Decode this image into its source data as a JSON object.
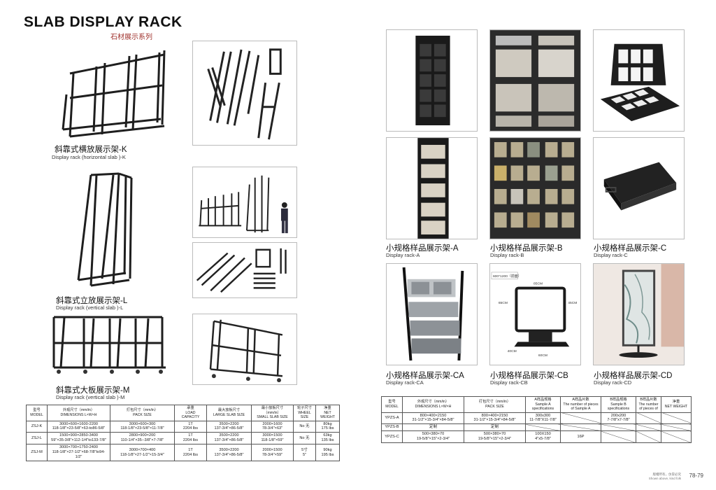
{
  "header": {
    "title": "SLAB DISPLAY RACK",
    "subtitle": "石材展示系列"
  },
  "products_left": [
    {
      "cn": "斜靠式横放展示架-K",
      "en": "Display rack (horizontal slab )-K"
    },
    {
      "cn": "斜靠式立放展示架-L",
      "en": "Display rack (vertical slab )-L"
    },
    {
      "cn": "斜靠式大板展示架-M",
      "en": "Display rack (vertical slab )-M"
    }
  ],
  "products_right": [
    {
      "cn": "小规格样品展示架-A",
      "en": "Display rack-A"
    },
    {
      "cn": "小规格样品展示架-B",
      "en": "Display rack-B"
    },
    {
      "cn": "小规格样品展示架-C",
      "en": "Display rack-C"
    },
    {
      "cn": "小规格样品展示架-CA",
      "en": "Display rack-CA"
    },
    {
      "cn": "小规格样品展示架-CB",
      "en": "Display rack-CB"
    },
    {
      "cn": "小规格样品展示架-CD",
      "en": "Display rack-CD"
    }
  ],
  "cb_dims": {
    "tag": "600*1200（前面）",
    "w": "85CM",
    "h1": "65CM",
    "h2": "45CM",
    "base_d": "40CM",
    "base_w": "60CM"
  },
  "table_left": {
    "headers": [
      {
        "cn": "型号",
        "en": "MODEL"
      },
      {
        "cn": "外观尺寸（mm/in）",
        "en": "DIMENSIONS L×W×H"
      },
      {
        "cn": "打包尺寸（mm/in）",
        "en": "PACK SIZE"
      },
      {
        "cn": "承重",
        "en": "LOAD CAPACITY"
      },
      {
        "cn": "最大放板尺寸",
        "en": "LARGE SLAB SIZE"
      },
      {
        "cn": "最小放板尺寸（mm/in）",
        "en": "SMALL SLAB SIZE"
      },
      {
        "cn": "轮子尺寸",
        "en": "WHEEL SIZE"
      },
      {
        "cn": "净重",
        "en": "NET WEIGHT"
      }
    ],
    "rows": [
      [
        "ZSJ-K",
        "3000×600×1600-2200\n118-1/8\"×23-5/8\"×63-to86-5/8\"",
        "3000×600×300\n118-1/8\"×23-5/8\"×11-7/8\"",
        "1T\n2204 lbs",
        "3500×2200\n137-3/4\"×86-5/8\"",
        "2000×1600\n78-3/4\"×63\"",
        "No 无",
        "80kg\n175 lbs"
      ],
      [
        "ZSJ-L",
        "1500×900×2850-3400\n59\"×35-3/8\"×112-1/4\"to133-7/8\"",
        "2800×900×200\n110-1/4\"×35--3/8\"×7-7/8\"",
        "1T\n2204 lbs",
        "3500×2200\n137-3/4\"×86-5/8\"",
        "3000×1500\n118-1/8\"×59\"",
        "No 无",
        "63kg\n135 lbs"
      ],
      [
        "ZSJ-M",
        "3000×700×1750-2400\n118-1/8\"×27-1/2\"×68-7/8\"to94-1/2\"",
        "3000×700×400\n118-1/8\"×27-1/2\"×15-3/4\"",
        "1T\n2204 lbs",
        "3500×2200\n137-3/4\"×86-5/8\"",
        "2000×1500\n78-3/4\"×59\"",
        "5寸\n5\"",
        "90kg\n195 lbs"
      ]
    ]
  },
  "table_right": {
    "headers": [
      {
        "cn": "型号",
        "en": "MODEL"
      },
      {
        "cn": "外观尺寸（mm/in）",
        "en": "DIMENSIONS L×W×H"
      },
      {
        "cn": "打包尺寸（mm/in）",
        "en": "PACK SIZE"
      },
      {
        "cn": "A样品规格",
        "en": "Sample A specifications"
      },
      {
        "cn": "A样品片数",
        "en": "The number of pieces of Sample A"
      },
      {
        "cn": "B样品规格",
        "en": "Sample B specifications"
      },
      {
        "cn": "B样品片数",
        "en": "The number of pieces of"
      },
      {
        "cn": "净重",
        "en": "NET WEIGHT"
      }
    ],
    "rows": [
      [
        "YPZS-A",
        "800×400×2150\n31-1/2\"×15-3/4\"×84-5/8\"",
        "800×400×2150\n31-1/2\"×15-3/4\"×84-5/8\"",
        "300x300\n11-7/8\"X11-7/8\"",
        "",
        "200x200\n7-7/8\"x7-7/8\"",
        "",
        ""
      ],
      [
        "YPZS-B",
        "定制",
        "定制",
        "",
        "",
        "",
        "",
        ""
      ],
      [
        "YPZS-C",
        "500×380×70\n19-5/8\"×15\"×2-3/4\"",
        "500×380×70\n19-5/8\"×15\"×2-3/4\"",
        "100X150\n4\"x5-7/8\"",
        "16P",
        "",
        "",
        ""
      ]
    ]
  },
  "footer": {
    "page": "78-79",
    "note": "版權所有，仿冒必究\nShown above, kind folk"
  },
  "colors": {
    "accent": "#a0322d",
    "metal": "#1e1e1e"
  }
}
